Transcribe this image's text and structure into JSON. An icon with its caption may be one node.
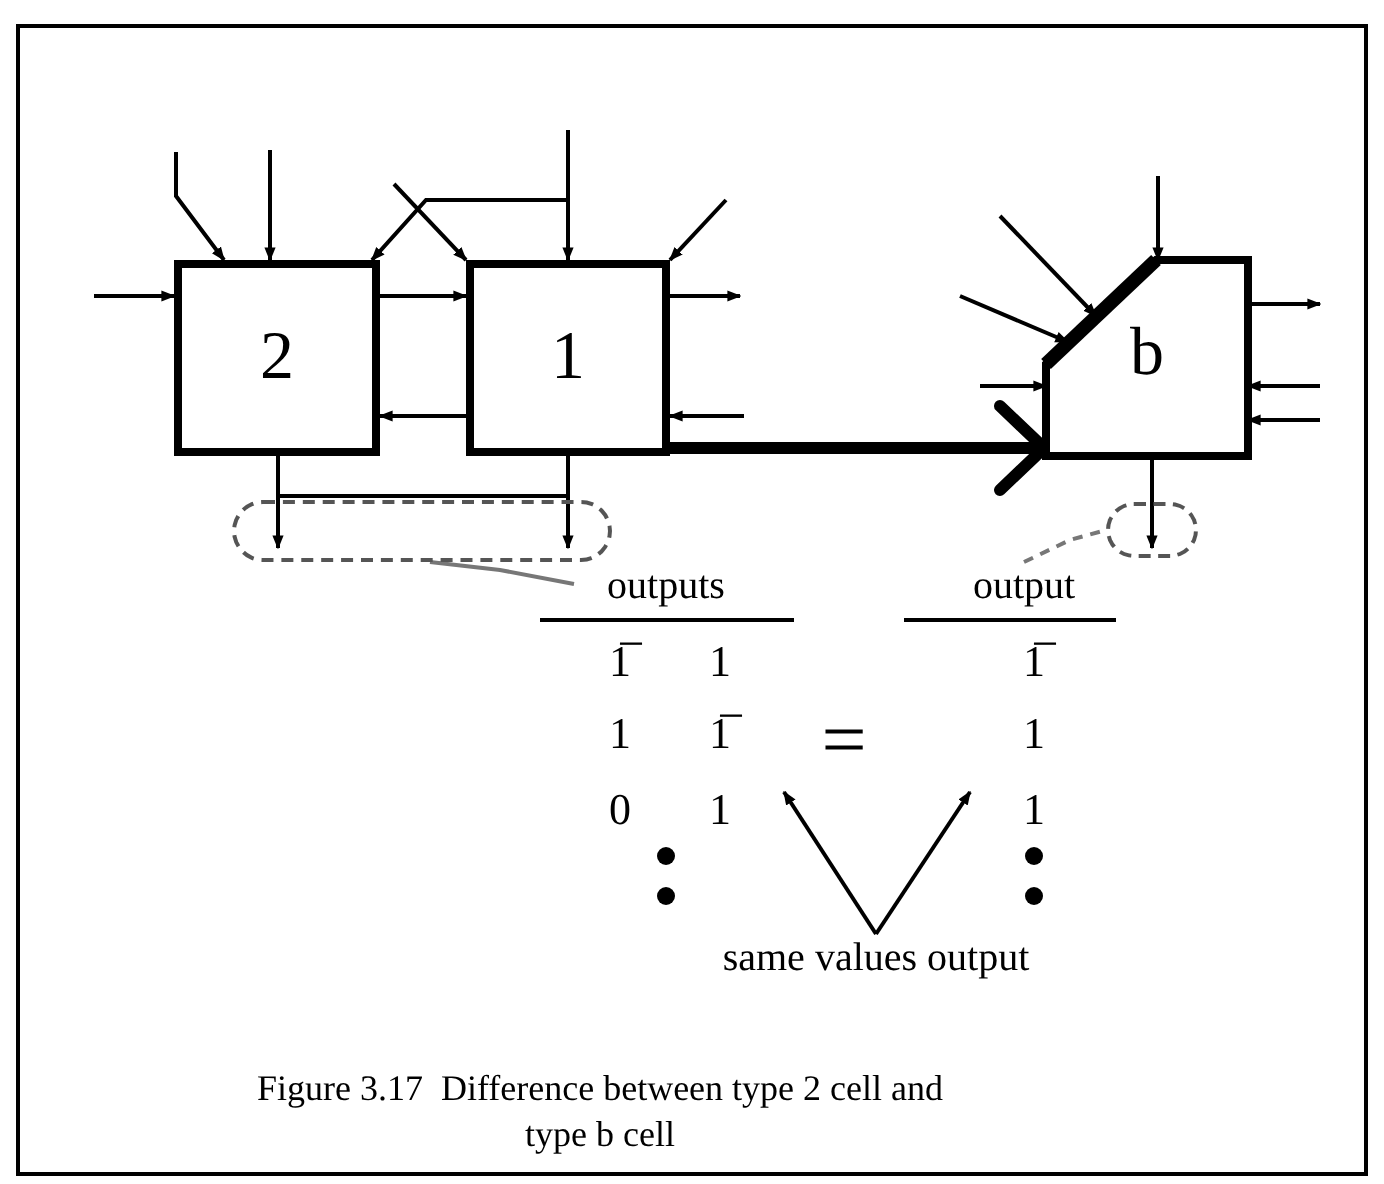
{
  "diagram": {
    "caption": "Figure 3.17  Difference between type 2 cell and type b cell",
    "nodes": [
      {
        "text": [
          "2"
        ]
      },
      {
        "text": [
          "1"
        ]
      },
      {
        "text": [
          "b"
        ]
      },
      {
        "text": [],
        "shape": "oval"
      },
      {
        "text": [
          "outputs"
        ]
      },
      {
        "text": [],
        "shape": "oval"
      },
      {
        "text": [
          "output"
        ]
      },
      {
        "text": [
          "same values output"
        ]
      }
    ],
    "edges": [
      {
        "from": null,
        "to": 0,
        "arrow": "to"
      },
      {
        "from": null,
        "to": 0,
        "arrow": "to"
      },
      {
        "from": null,
        "to": 0,
        "arrow": "to"
      },
      {
        "from": null,
        "to": 1,
        "arrow": "to"
      },
      {
        "from": null,
        "to": 0,
        "arrow": "to"
      },
      {
        "from": null,
        "to": 1,
        "arrow": "to"
      },
      {
        "from": 0,
        "to": 1,
        "arrow": "to"
      },
      {
        "from": 1,
        "to": 0,
        "arrow": "to"
      },
      {
        "from": null,
        "to": 1,
        "arrow": "to"
      },
      {
        "from": 1,
        "to": null,
        "arrow": "to"
      },
      {
        "from": null,
        "to": 1,
        "arrow": "to"
      },
      {
        "from": 0,
        "to": 3,
        "arrow": "to"
      },
      {
        "from": 1,
        "to": 3,
        "arrow": "to"
      },
      {
        "from": 1,
        "to": 2,
        "arrow": "to",
        "style": "thick"
      },
      {
        "from": null,
        "to": 2,
        "arrow": "to"
      },
      {
        "from": null,
        "to": 2,
        "arrow": "to"
      },
      {
        "from": null,
        "to": 2,
        "arrow": "to"
      },
      {
        "from": null,
        "to": 2,
        "arrow": "to"
      },
      {
        "from": 2,
        "to": null,
        "arrow": "to"
      },
      {
        "from": null,
        "to": 2,
        "arrow": "to"
      },
      {
        "from": null,
        "to": 2,
        "arrow": "to"
      },
      {
        "from": 2,
        "to": 5,
        "arrow": "to"
      },
      {
        "from": 4,
        "to": 3,
        "arrow": "none",
        "color": "#777777"
      },
      {
        "from": 6,
        "to": 5,
        "arrow": "none",
        "style": "dashed",
        "color": "#777777"
      },
      {
        "from": 7,
        "to": null,
        "arrow": "to"
      },
      {
        "from": 7,
        "to": null,
        "arrow": "to"
      }
    ],
    "labels": [
      "1̅",
      "1",
      "1̅",
      "1",
      "1̅",
      "=",
      "1",
      "0",
      "1",
      "1"
    ]
  }
}
